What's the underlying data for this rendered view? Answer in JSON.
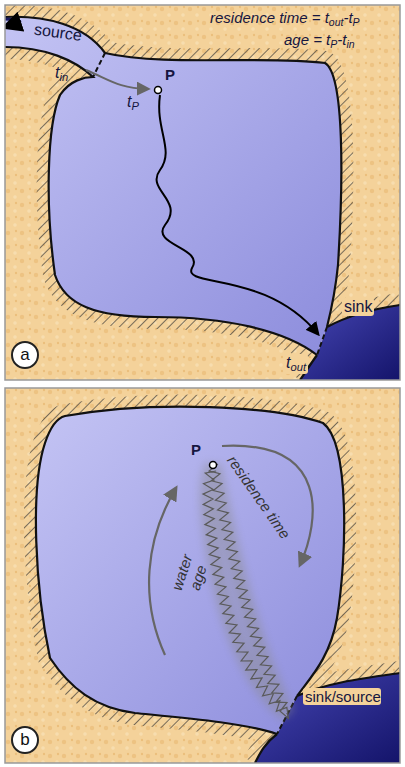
{
  "diagram": {
    "nodes": [
      {
        "text": [
          "a"
        ]
      },
      {
        "text": [
          "b"
        ]
      }
    ],
    "labels": [
      "residence time = tout-tP",
      "age = tP-tin",
      "source",
      "tin",
      "tP",
      "P",
      "sink",
      "tout",
      "P",
      "residence time",
      "water age",
      "sink/source"
    ]
  }
}
